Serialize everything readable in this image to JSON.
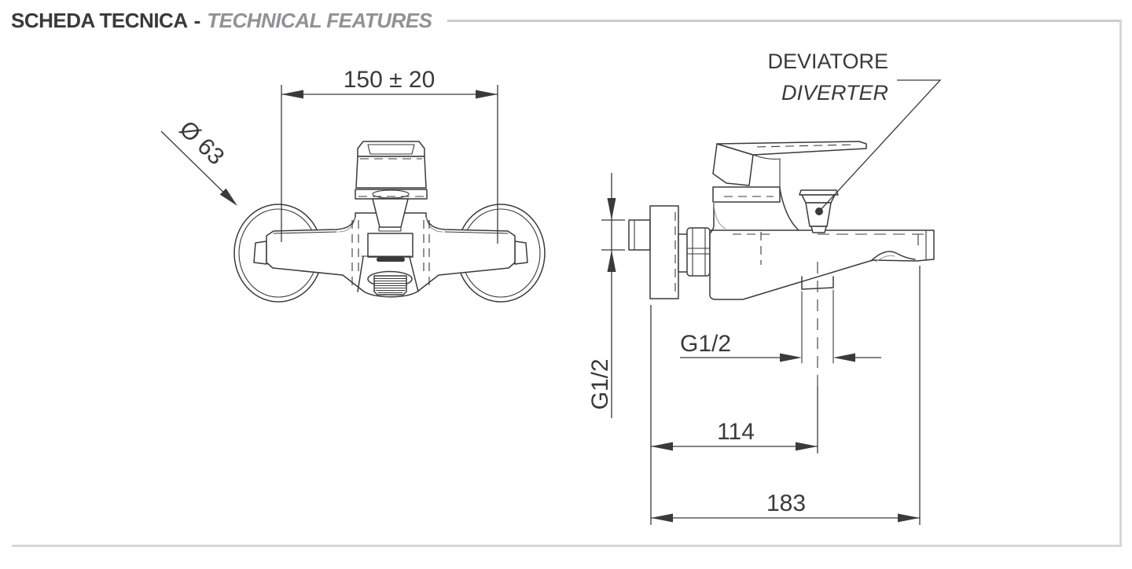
{
  "header": {
    "title_primary": "SCHEDA TECNICA",
    "title_separator": "-",
    "title_secondary": "TECHNICAL FEATURES"
  },
  "front_view": {
    "dim_wall_distance": "150 ± 20",
    "dim_flange_diameter": "Ø 63"
  },
  "side_view": {
    "label_diverter_primary": "DEVIATORE",
    "label_diverter_secondary": "DIVERTER",
    "dim_inlet_thread": "G1/2",
    "dim_shower_outlet_thread": "G1/2",
    "dim_wall_to_outlet": "114",
    "dim_total_depth": "183"
  },
  "colors": {
    "line": "#3a3a3c",
    "title_primary": "#3a3a3c",
    "title_secondary": "#929296",
    "frame": "#d7d7d9",
    "rule": "#cbcbcd"
  }
}
